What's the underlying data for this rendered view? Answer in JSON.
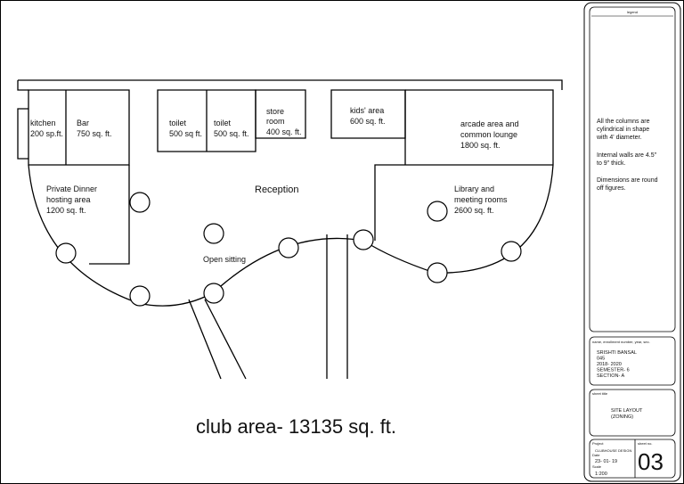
{
  "rooms": {
    "kitchen": [
      "kitchen",
      "200 sp.ft."
    ],
    "bar": [
      "Bar",
      "750 sq. ft."
    ],
    "toilet_1": [
      "toilet",
      "500 sq ft."
    ],
    "toilet_2": [
      "toilet",
      "500 sq. ft."
    ],
    "store_room": [
      "store",
      "room",
      "400 sq. ft."
    ],
    "kids_area": [
      "kids' area",
      "600 sq. ft."
    ],
    "arcade": [
      "arcade area and",
      "common lounge",
      "1800 sq. ft."
    ],
    "private_dinner": [
      "Private Dinner",
      "hosting area",
      "1200 sq. ft."
    ],
    "reception": "Reception",
    "open_sitting": "Open sitting",
    "library": [
      "Library and",
      "meeting rooms",
      "2600 sq. ft."
    ]
  },
  "caption": "club area- 13135 sq. ft.",
  "title_block": {
    "legend_heading": "legend",
    "notes": [
      [
        "All the columns are",
        "cylindrical in shape",
        "with 4' diameter."
      ],
      [
        "Internal walls are 4.5\"",
        "to 9\" thick."
      ],
      [
        "Dimensions are round",
        "off figures."
      ]
    ],
    "author_heading": "name, enrollment number, year, sec.",
    "author_lines": [
      "SRISHTI BANSAL",
      "045",
      "2018- 2020",
      "SEMESTER- 6",
      "SECTION- A"
    ],
    "sheet_title_heading": "sheet title",
    "sheet_title_lines": [
      "SITE LAYOUT",
      "(ZONING)"
    ],
    "project_heading": "Project",
    "project_value": "CLUBHOUSE DESIGN",
    "date_heading": "Date",
    "date_value": "23- 01- 19",
    "scale_heading": "Scale",
    "scale_value": "1:200",
    "sheet_no_heading": "sheet no.",
    "sheet_no": "03"
  }
}
